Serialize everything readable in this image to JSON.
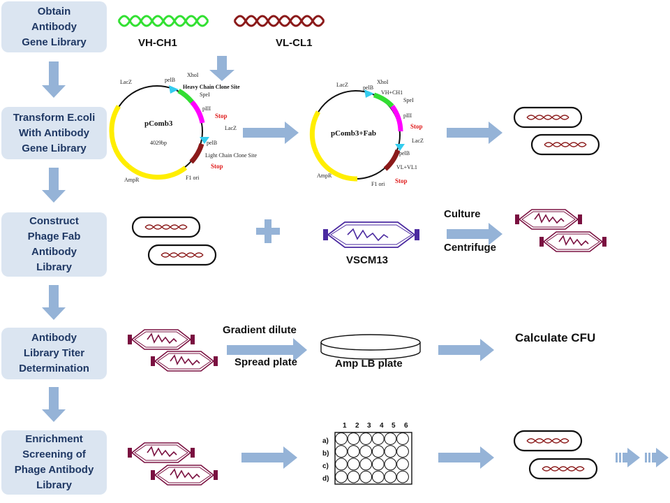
{
  "steps": [
    "Obtain\nAntibody\nGene Library",
    "Transform E.coli\nWith Antibody\nGene Library",
    "Construct\nPhage Fab\nAntibody\nLibrary",
    "Antibody\nLibrary Titer\nDetermination",
    "Enrichment\nScreening of\nPhage Antibody\nLibrary"
  ],
  "genes": {
    "vh": "VH-CH1",
    "vl": "VL-CL1"
  },
  "plasmid1": {
    "name": "pComb3",
    "size": "4029bp",
    "labels": {
      "lacz_top": "LacZ",
      "pelb_top": "pelB",
      "xhoi": "XhoI",
      "heavy": "Heavy Chain Clone Site",
      "spei": "SpeI",
      "piii": "pIII",
      "stop1": "Stop",
      "lacz_mid": "LacZ",
      "pelb_mid": "pelB",
      "light": "Light Chain Clone Site",
      "stop2": "Stop",
      "ampr": "AmpR",
      "f1ori": "F1 ori"
    }
  },
  "plasmid2": {
    "name": "pComb3+Fab",
    "labels": {
      "lacz_top": "LacZ",
      "pelb_top": "pelB",
      "xhoi": "XhoI",
      "vhch1": "VH+CH1",
      "spei": "SpeI",
      "piii": "pIII",
      "stop1": "Stop",
      "lacz_mid": "LacZ",
      "pelb_mid": "pelB",
      "vlvl1": "VL+VL1",
      "stop2": "Stop",
      "ampr": "AmpR",
      "f1ori": "F1 ori"
    }
  },
  "labels": {
    "vscm13": "VSCM13",
    "culture": "Culture",
    "centrifuge": "Centrifuge",
    "gradient": "Gradient dilute",
    "spread": "Spread plate",
    "plate": "Amp LB plate",
    "cfu": "Calculate CFU"
  },
  "well_plate": {
    "columns": [
      "1",
      "2",
      "3",
      "4",
      "5",
      "6"
    ],
    "rows": [
      "a)",
      "b)",
      "c)",
      "d)"
    ]
  },
  "colors": {
    "vh": "#33e033",
    "vl": "#8b1a1a",
    "arrow": "#95b3d7",
    "box": "#dbe5f1",
    "phage": "#7a1040",
    "helper": "#4b2aa0",
    "yellow": "#ffee00",
    "magenta": "#ff00ff",
    "green": "#33dd33",
    "cyan": "#33ccee"
  }
}
